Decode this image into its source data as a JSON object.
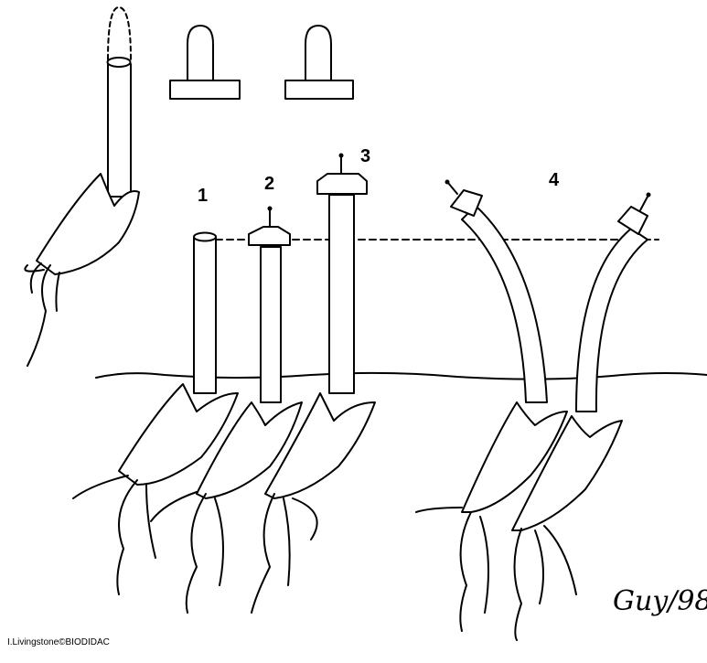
{
  "labels": {
    "one": "1",
    "two": "2",
    "three": "3",
    "four": "4"
  },
  "signature": "Guy/98",
  "credit": "I.Livingstone©BIODIDAC"
}
